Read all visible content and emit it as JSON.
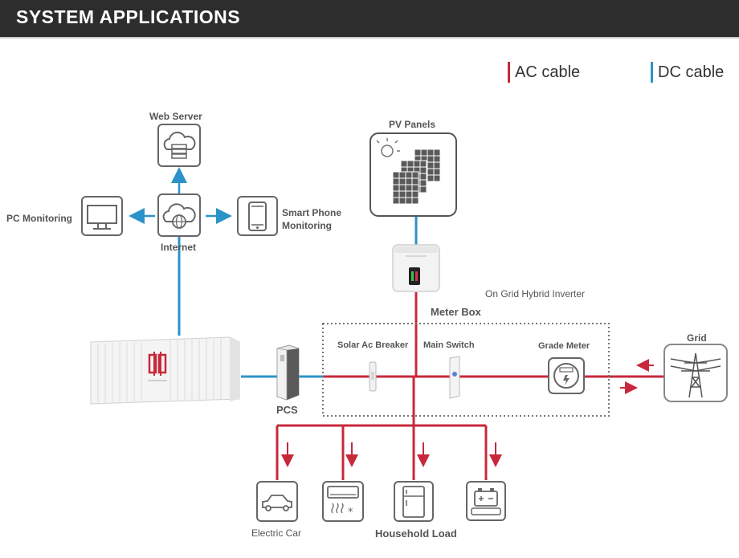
{
  "header": {
    "title": "SYSTEM APPLICATIONS"
  },
  "legend": {
    "ac_label": "AC cable",
    "dc_label": "DC cable",
    "ac_color": "#c8283c",
    "dc_color": "#2b93c8"
  },
  "nodes": {
    "web_server": "Web Server",
    "pc_monitoring": "PC Monitoring",
    "internet": "Internet",
    "smart_phone_line1": "Smart Phone",
    "smart_phone_line2": "Monitoring",
    "pv_panels": "PV Panels",
    "inverter": "On Grid Hybrid Inverter",
    "meter_box": "Meter Box",
    "solar_ac_breaker": "Solar Ac Breaker",
    "main_switch": "Main Switch",
    "grade_meter": "Grade Meter",
    "grid": "Grid",
    "pcs": "PCS",
    "electric_car": "Electric Car",
    "household_load": "Household Load"
  },
  "icons": {
    "web_server": "cloud-server-icon",
    "pc": "monitor-icon",
    "internet": "cloud-globe-icon",
    "smart_phone": "smartphone-icon",
    "pv": "solar-panel-icon",
    "inverter": "inverter-icon",
    "container": "battery-container-icon",
    "pcs": "pcs-cabinet-icon",
    "grid": "power-tower-icon",
    "car": "car-icon",
    "ac_unit": "air-conditioner-icon",
    "fridge": "fridge-icon",
    "battery_charger": "battery-icon"
  }
}
